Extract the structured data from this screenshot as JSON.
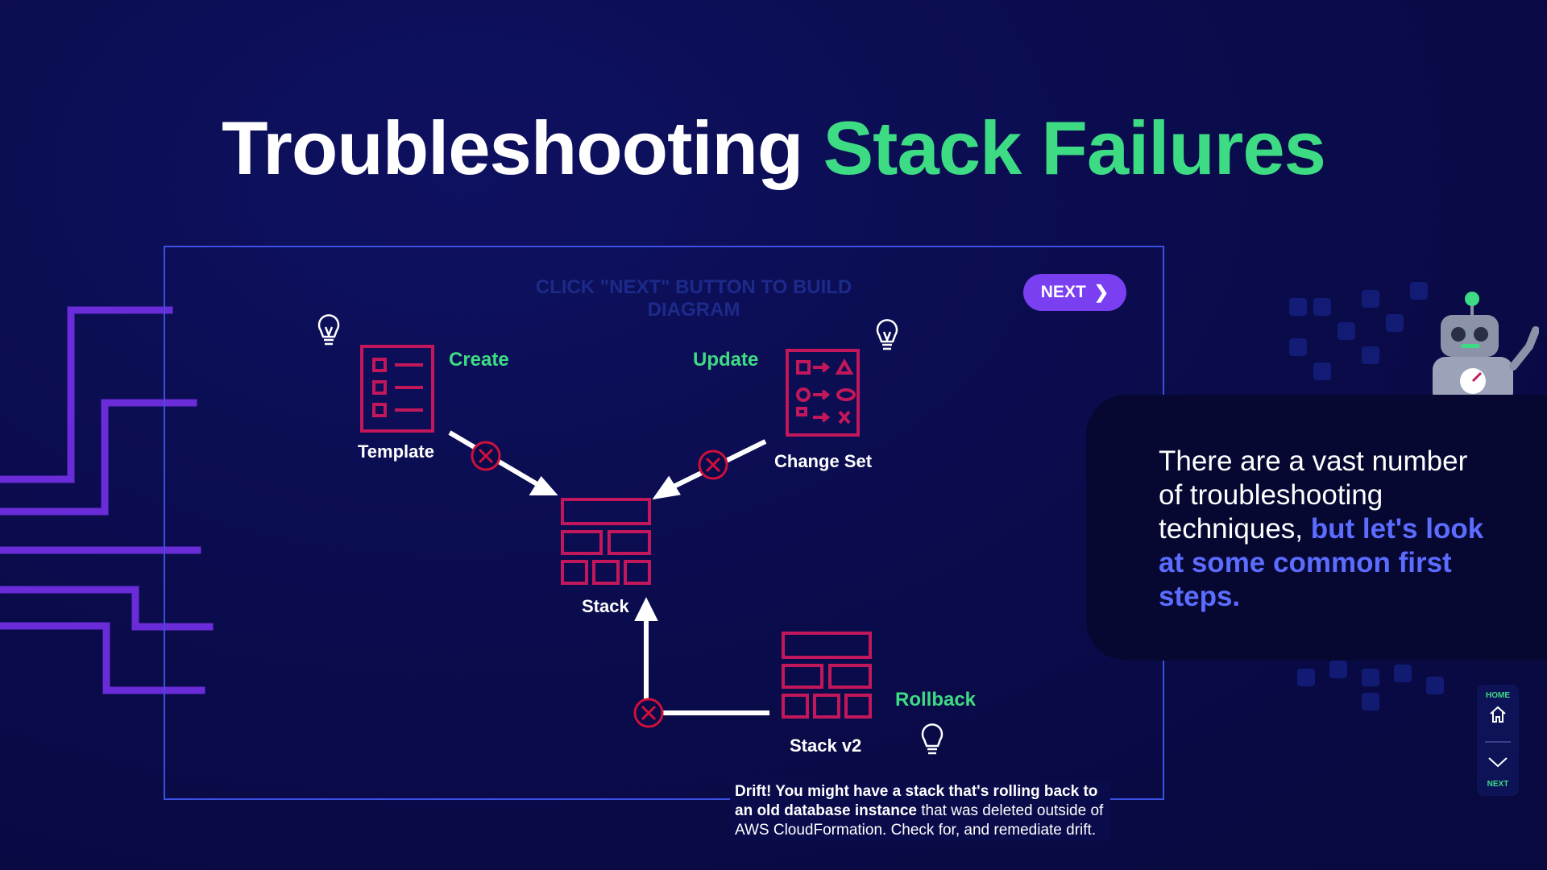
{
  "title": {
    "part1": "Troubleshooting",
    "part2": "Stack Failures"
  },
  "frame": {
    "hint": "CLICK \"NEXT\" BUTTON TO BUILD DIAGRAM"
  },
  "next_button": {
    "label": "NEXT"
  },
  "diagram": {
    "template_label": "Template",
    "create_label": "Create",
    "changeset_label": "Change Set",
    "update_label": "Update",
    "stack_label": "Stack",
    "stackv2_label": "Stack v2",
    "rollback_label": "Rollback"
  },
  "caption": {
    "bold": "Drift! You might have a stack that's rolling back to an old database instance",
    "rest": " that was deleted outside of AWS CloudFormation. Check for, and remediate drift."
  },
  "speech": {
    "plain": "There are a vast number of troubleshooting techniques, ",
    "accent": "but let's look at some common first steps."
  },
  "side_nav": {
    "home": "HOME",
    "next": "NEXT"
  },
  "colors": {
    "background": "#0a0b4a",
    "green": "#3ddc84",
    "magenta": "#c2185b",
    "purple": "#7b3ff2",
    "frame": "#3b4fe0"
  }
}
